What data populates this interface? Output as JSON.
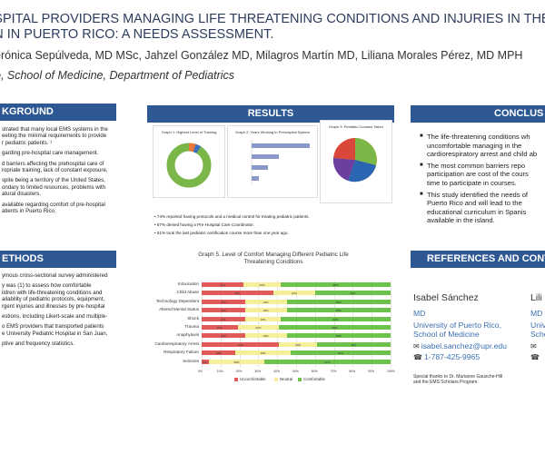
{
  "header": {
    "title_line1": "OSPITAL PROVIDERS MANAGING LIFE THREATENING CONDITIONS AND INJURIES IN THE",
    "title_line2": "ON IN PUERTO RICO: A NEEDS ASSESSMENT.",
    "authors": "erónica Sepúlveda, MD MSc, Jahzel González MD, Milagros Martín MD, Liliana Morales Pérez, MD MPH",
    "affiliation": "o, School of Medicine, Department of Pediatrics"
  },
  "sections": {
    "background": "KGROUND",
    "methods": "ETHODS",
    "results": "RESULTS",
    "conclusions": "CONCLUS",
    "references": "REFERENCES AND CONT"
  },
  "background_text": [
    "strated that many local EMS systems in the\neeting the minimal requirements to provide\nr pediatric patients. ¹",
    "garding pre-hospital care management.",
    "d barriers affecting the prehospital care of\nropriate training, lack of constant exposure,",
    "spite being a territory of the United States,\nondary to limited resources, problems with\natural disasters.",
    "available regarding comfort of pre-hospital\natients in Puerto Rico."
  ],
  "methods_text": [
    "ymous cross-sectional survey administered",
    "y was (1) to assess how comfortable\nildren with life-threatening conditions and\nailability of pediatric protocols, equipment,\nrgent injuries and illnesses by pre-hospital",
    "estions, including Likert-scale and multiple-",
    "o EMS providers that transported patients\ne University Pediatric Hospital in San Juan,",
    "ptive and frequency statistics."
  ],
  "graph_titles": {
    "g1": "Graph 1: Highest Level of Training",
    "g2": "Graph 2: Years Working in Prehospital System",
    "g3": "Graph 3: Pediatric Courses Taken",
    "g5_line1": "Graph 5. Level of Comfort Managing Different Pediatric Life",
    "g5_line2": "Threatening Conditions"
  },
  "results_bullets": [
    "74% reported having protocols and a medical control for treating pediatric patients.",
    "87% denied having a Pre-Hospital Care Coordinator.",
    "51% took the last pediatric certification course more than one year ago."
  ],
  "chart_data": {
    "type": "bar",
    "title": "Graph 5. Level of Comfort Managing Different Pediatric Life Threatening Conditions",
    "categories": [
      "Intoxication",
      "Child Abuse",
      "Technology Dependent",
      "Altered Mental Status",
      "Shock",
      "Trauma",
      "Anaphylaxis",
      "Cardiorespiratory Arrest",
      "Respiratory Failure",
      "Seizures"
    ],
    "series": [
      {
        "name": "Uncomfortable",
        "color": "#e05a5a",
        "values": [
          22,
          38,
          23,
          23,
          23,
          19,
          23,
          41,
          18,
          4
        ]
      },
      {
        "name": "Neutral",
        "color": "#f6ef9a",
        "values": [
          20,
          22,
          22,
          22,
          19,
          22,
          22,
          20,
          29,
          29
        ]
      },
      {
        "name": "Comfortable",
        "color": "#6cc24a",
        "values": [
          58,
          40,
          55,
          55,
          58,
          59,
          55,
          39,
          53,
          67
        ]
      }
    ],
    "xlim": [
      0,
      100
    ],
    "xticks": [
      "0%",
      "10%",
      "20%",
      "30%",
      "40%",
      "50%",
      "60%",
      "70%",
      "80%",
      "90%",
      "100%"
    ]
  },
  "conclusions": [
    "The life-threatening conditions wh\nuncomfortable managing in the\ncardiorespiratory arrest and child ab",
    "The most common barriers repo\nparticipation are cost of the cours\ntime to participate in courses.",
    "This study identified the needs of\nPuerto Rico and will lead to the\neducational curriculum in Spanis\navailable in the island."
  ],
  "contacts": [
    {
      "name": "Isabel Sánchez",
      "degree": "MD",
      "inst": "University of Puerto Rico,\nSchool of Medicine",
      "email": "isabel.sanchez@upr.edu",
      "phone": "1-787-425-9965"
    },
    {
      "name": "Lili",
      "degree": "MD",
      "inst": "Univ\nScho"
    }
  ],
  "thanks": "Special thanks to Dr. Marianne Gausche-Hill\nand the EMS Scholars Program."
}
